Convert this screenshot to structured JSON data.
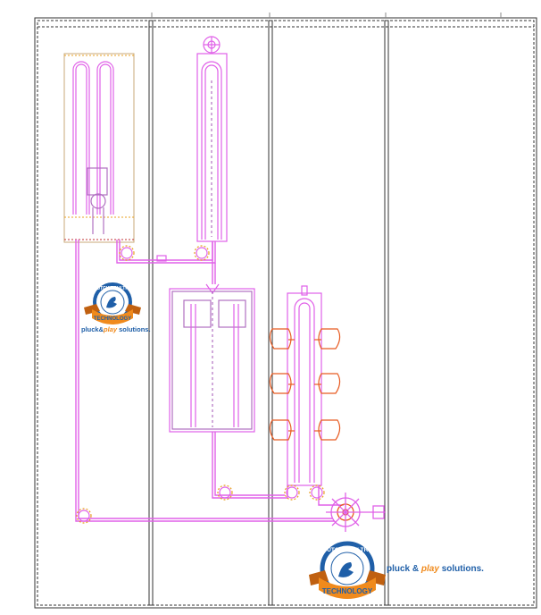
{
  "colors": {
    "line": "#e060e8",
    "frame": "#222222",
    "shackle": "#e85a20",
    "accent": "#e8a020",
    "logo_blue": "#1f5fa8",
    "logo_orange": "#f08a1c"
  },
  "logo_top": {
    "ring_text": "DUTCH POULTRY",
    "banner_text": "TECHNOLOGY",
    "tagline_a": "pluck&",
    "tagline_b": "play",
    "tagline_c": " solutions."
  },
  "logo_bottom": {
    "ring_text": "DUTCH POULTRY",
    "banner_text": "TECHNOLOGY",
    "tagline_a": "pluck & ",
    "tagline_b": "play",
    "tagline_c": " solutions."
  },
  "bays": [
    "bay-1",
    "bay-2",
    "bay-3",
    "bay-4"
  ],
  "icons": {
    "drive": "drive-wheel-icon",
    "corner": "corner-wheel-icon",
    "star": "star-wheel-icon",
    "shackle": "shackle-icon"
  }
}
